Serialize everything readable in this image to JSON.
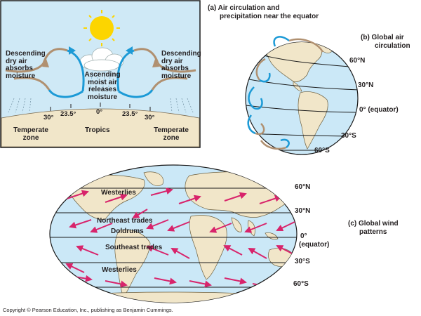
{
  "panel_a": {
    "caption_letter": "(a)",
    "caption_line1": "Air circulation and",
    "caption_line2": "precipitation near the equator",
    "left_descending": [
      "Descending",
      "dry air",
      "absorbs",
      "moisture"
    ],
    "right_descending": [
      "Descending",
      "dry air",
      "absorbs",
      "moisture"
    ],
    "ascending": [
      "Ascending",
      "moist air",
      "releases",
      "moisture"
    ],
    "lat_left_30": "30°",
    "lat_left_23": "23.5°",
    "lat_0": "0°",
    "lat_right_23": "23.5°",
    "lat_right_30": "30°",
    "zone_left": [
      "Temperate",
      "zone"
    ],
    "zone_center": "Tropics",
    "zone_right": [
      "Temperate",
      "zone"
    ]
  },
  "panel_b": {
    "caption_line1": "(b) Global air",
    "caption_line2": "circulation",
    "lat_60n": "60°N",
    "lat_30n": "30°N",
    "lat_eq": "0° (equator)",
    "lat_30s": "30°S",
    "lat_60s": "60°S"
  },
  "panel_c": {
    "caption_line1": "(c) Global wind",
    "caption_line2": "patterns",
    "westerlies_n": "Westerlies",
    "ne_trades": "Northeast trades",
    "doldrums": "Doldrums",
    "se_trades": "Southeast trades",
    "westerlies_s": "Westerlies",
    "lat_60n": "60°N",
    "lat_30n": "30°N",
    "lat_0": "0°",
    "lat_eq": "(equator)",
    "lat_30s": "30°S",
    "lat_60s": "60°S"
  },
  "copyright": "Copyright © Pearson Education, Inc., publishing as Benjamin Cummings.",
  "colors": {
    "sky": "#cfe9f6",
    "ocean": "#cbe8f7",
    "land": "#f1e6c9",
    "frame": "#1a1a1a",
    "sun": "#fcd500",
    "blue_arrow": "#1c9ad6",
    "tan_arrow": "#b09070",
    "wind_arrow": "#d8246b"
  }
}
